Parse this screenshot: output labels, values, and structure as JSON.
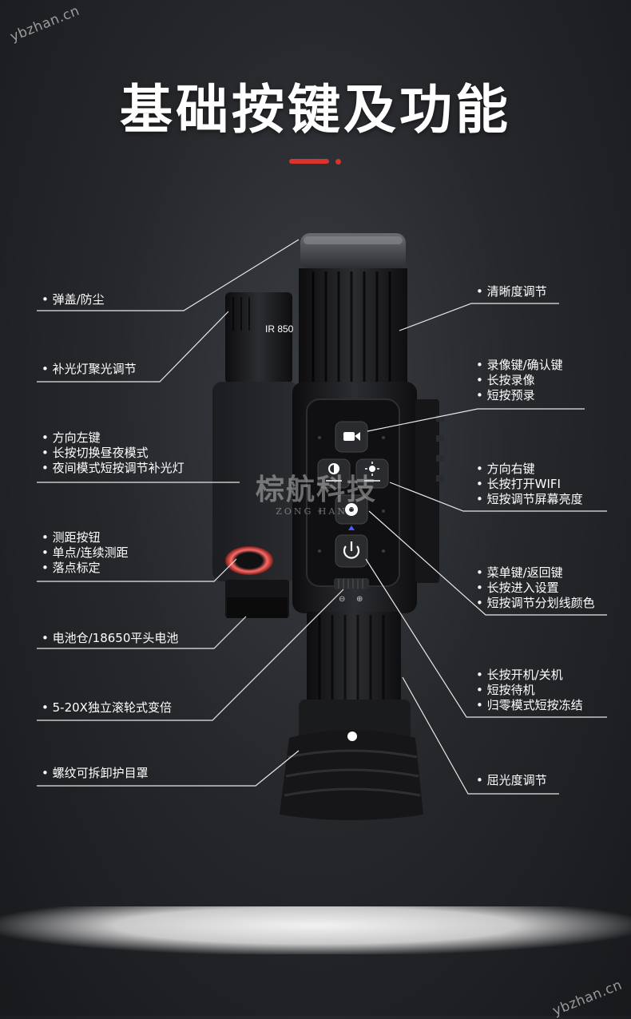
{
  "watermark": {
    "top": "ybzhan.cn",
    "bottom": "ybzhan.cn"
  },
  "title": "基础按键及功能",
  "colors": {
    "accent": "#d8342c",
    "text": "#ffffff",
    "line": "#e8e8e8"
  },
  "device": {
    "ir_label": "IR 850",
    "zoom_minus": "⊖",
    "zoom_plus": "⊕"
  },
  "brand_watermark": {
    "cn": "棕航科技",
    "en": "ZONG HANG"
  },
  "labels": {
    "cap": [
      "弹盖/防尘"
    ],
    "ir_focus": [
      "补光灯聚光调节"
    ],
    "left_key": [
      "方向左键",
      "长按切换昼夜模式",
      "夜间模式短按调节补光灯"
    ],
    "range_button": [
      "测距按钮",
      "单点/连续测距",
      "落点标定"
    ],
    "battery": [
      "电池仓/18650平头电池"
    ],
    "zoom_wheel": [
      "5-20X独立滚轮式变倍"
    ],
    "eyecup": [
      "螺纹可拆卸护目罩"
    ],
    "focus_adjust": [
      "清晰度调节"
    ],
    "record_key": [
      "录像键/确认键",
      "长按录像",
      "短按预录"
    ],
    "right_key": [
      "方向右键",
      "长按打开WIFI",
      "短按调节屏幕亮度"
    ],
    "menu_key": [
      "菜单键/返回键",
      "长按进入设置",
      "短按调节分划线颜色"
    ],
    "power_key": [
      "长按开机/关机",
      "短按待机",
      "归零模式短按冻结"
    ],
    "diopter": [
      "屈光度调节"
    ]
  }
}
